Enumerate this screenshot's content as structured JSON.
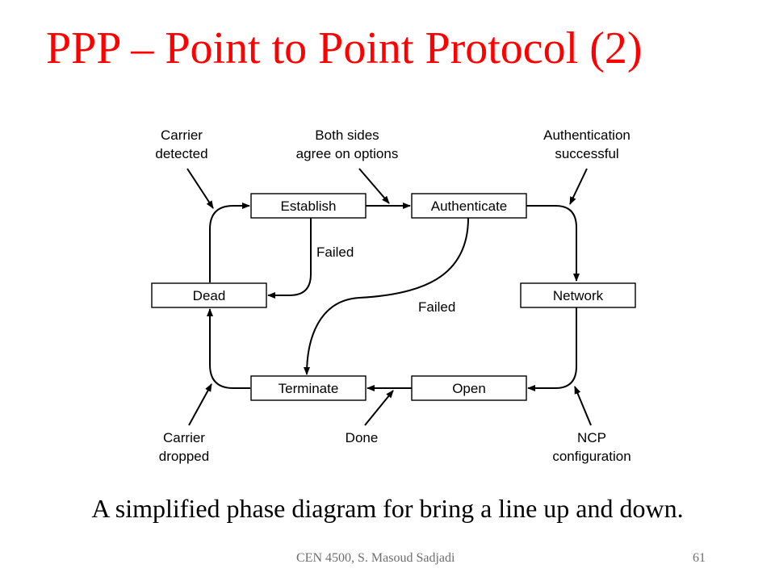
{
  "slide": {
    "title": "PPP – Point to Point Protocol (2)",
    "caption": "A simplified phase diagram for bring a line up and down.",
    "footer": "CEN 4500, S. Masoud Sadjadi",
    "page_number": "61"
  },
  "colors": {
    "title": "#ff0000",
    "footer": "#6e6e6e",
    "line": "#000000"
  },
  "diagram": {
    "states": {
      "establish": "Establish",
      "authenticate": "Authenticate",
      "dead": "Dead",
      "network": "Network",
      "terminate": "Terminate",
      "open": "Open"
    },
    "events": {
      "carrier_detected": [
        "Carrier",
        "detected"
      ],
      "both_sides_agree": [
        "Both sides",
        "agree on options"
      ],
      "authentication_successful": [
        "Authentication",
        "successful"
      ],
      "establish_failed": "Failed",
      "authenticate_failed": "Failed",
      "carrier_dropped": [
        "Carrier",
        "dropped"
      ],
      "done": "Done",
      "ncp_configuration": [
        "NCP",
        "configuration"
      ]
    }
  }
}
